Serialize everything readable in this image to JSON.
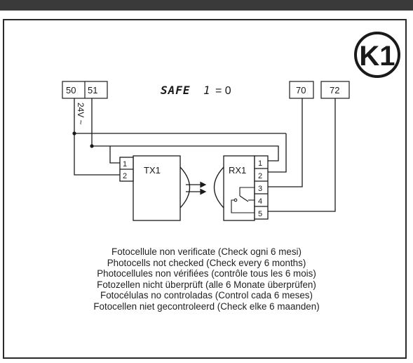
{
  "badge": "K1",
  "title": {
    "param": "SAFE",
    "index": "1",
    "value": "= 0"
  },
  "terminals_left": [
    "50",
    "51"
  ],
  "terminals_right": [
    "70",
    "72"
  ],
  "supply_label": "24V ~",
  "tx": {
    "name": "TX1",
    "pins": [
      "1",
      "2"
    ]
  },
  "rx": {
    "name": "RX1",
    "pins": [
      "1",
      "2",
      "3",
      "4",
      "5"
    ]
  },
  "caption": [
    "Fotocellule non verificate (Check ogni 6 mesi)",
    "Photocells not checked (Check every 6 months)",
    "Photocellules non vérifiées (contrôle tous les 6 mois)",
    "Fotozellen nicht überprüft (alle 6 Monate überprüfen)",
    "Fotocélulas no controladas (Control cada 6 meses)",
    "Fotocellen niet gecontroleerd (Check elke 6 maanden)"
  ]
}
